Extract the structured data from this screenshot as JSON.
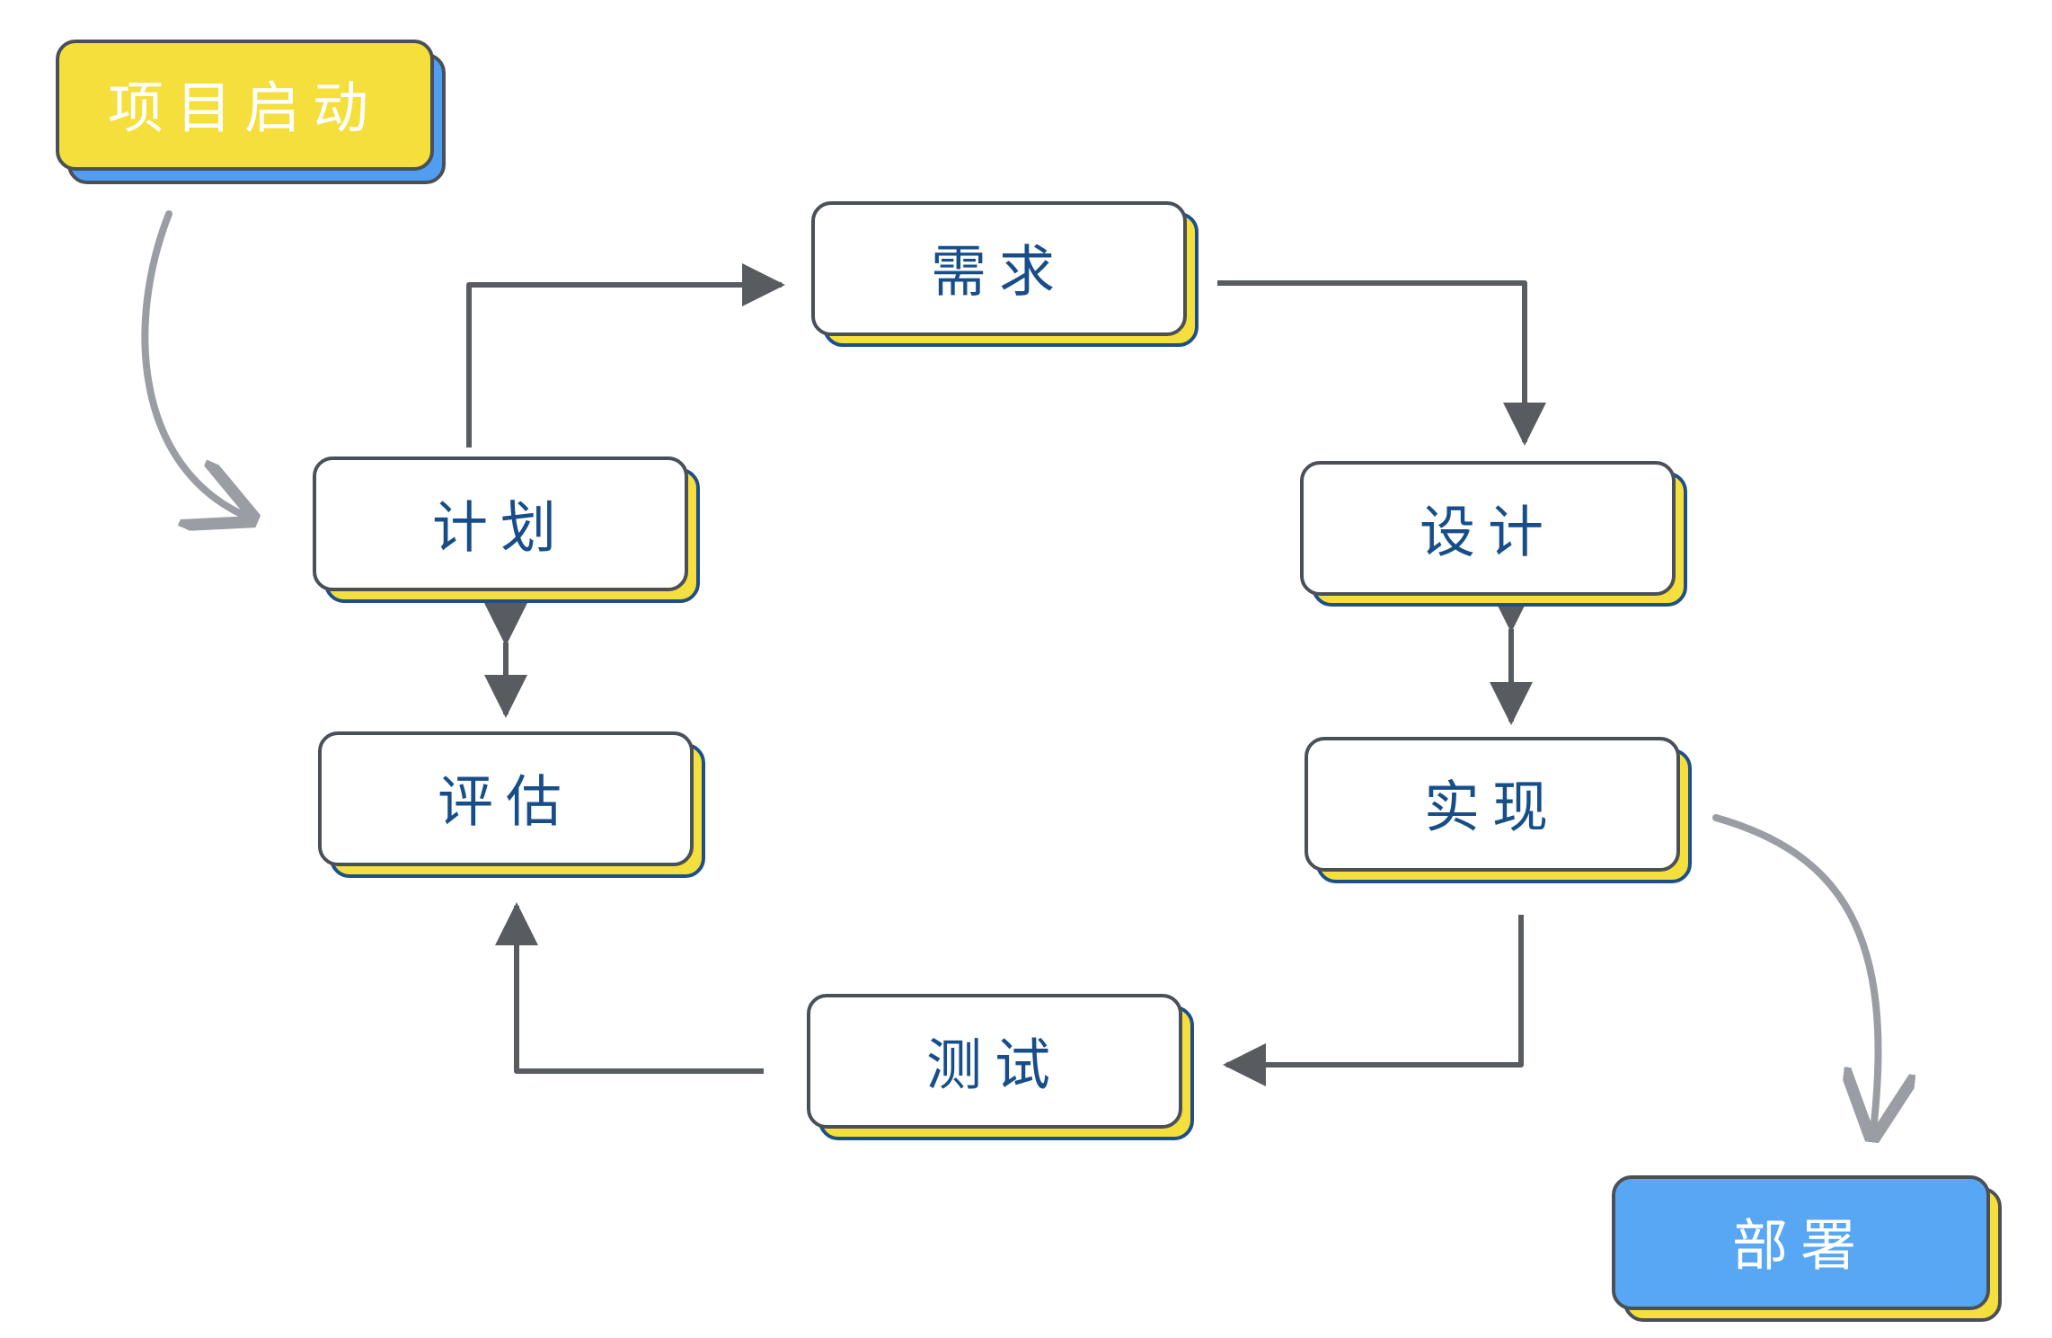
{
  "nodes": {
    "start": {
      "label": "项目启动",
      "fill": "#f5df3c",
      "shadow": "#4f9ef2"
    },
    "requirements": {
      "label": "需求",
      "fill": "#ffffff",
      "shadow": "#f5df3c"
    },
    "design": {
      "label": "设计",
      "fill": "#ffffff",
      "shadow": "#f5df3c"
    },
    "implementation": {
      "label": "实现",
      "fill": "#ffffff",
      "shadow": "#f5df3c"
    },
    "testing": {
      "label": "测试",
      "fill": "#ffffff",
      "shadow": "#f5df3c"
    },
    "evaluation": {
      "label": "评估",
      "fill": "#ffffff",
      "shadow": "#f5df3c"
    },
    "planning": {
      "label": "计划",
      "fill": "#ffffff",
      "shadow": "#f5df3c"
    },
    "deploy": {
      "label": "部署",
      "fill": "#58a7f5",
      "shadow": "#f5df3c"
    }
  },
  "colors": {
    "border": "#4a5058",
    "connector": "#585c61",
    "curve": "#9a9ea4",
    "text": "#174e8a",
    "shadow_edge": "#1d4f8c"
  }
}
